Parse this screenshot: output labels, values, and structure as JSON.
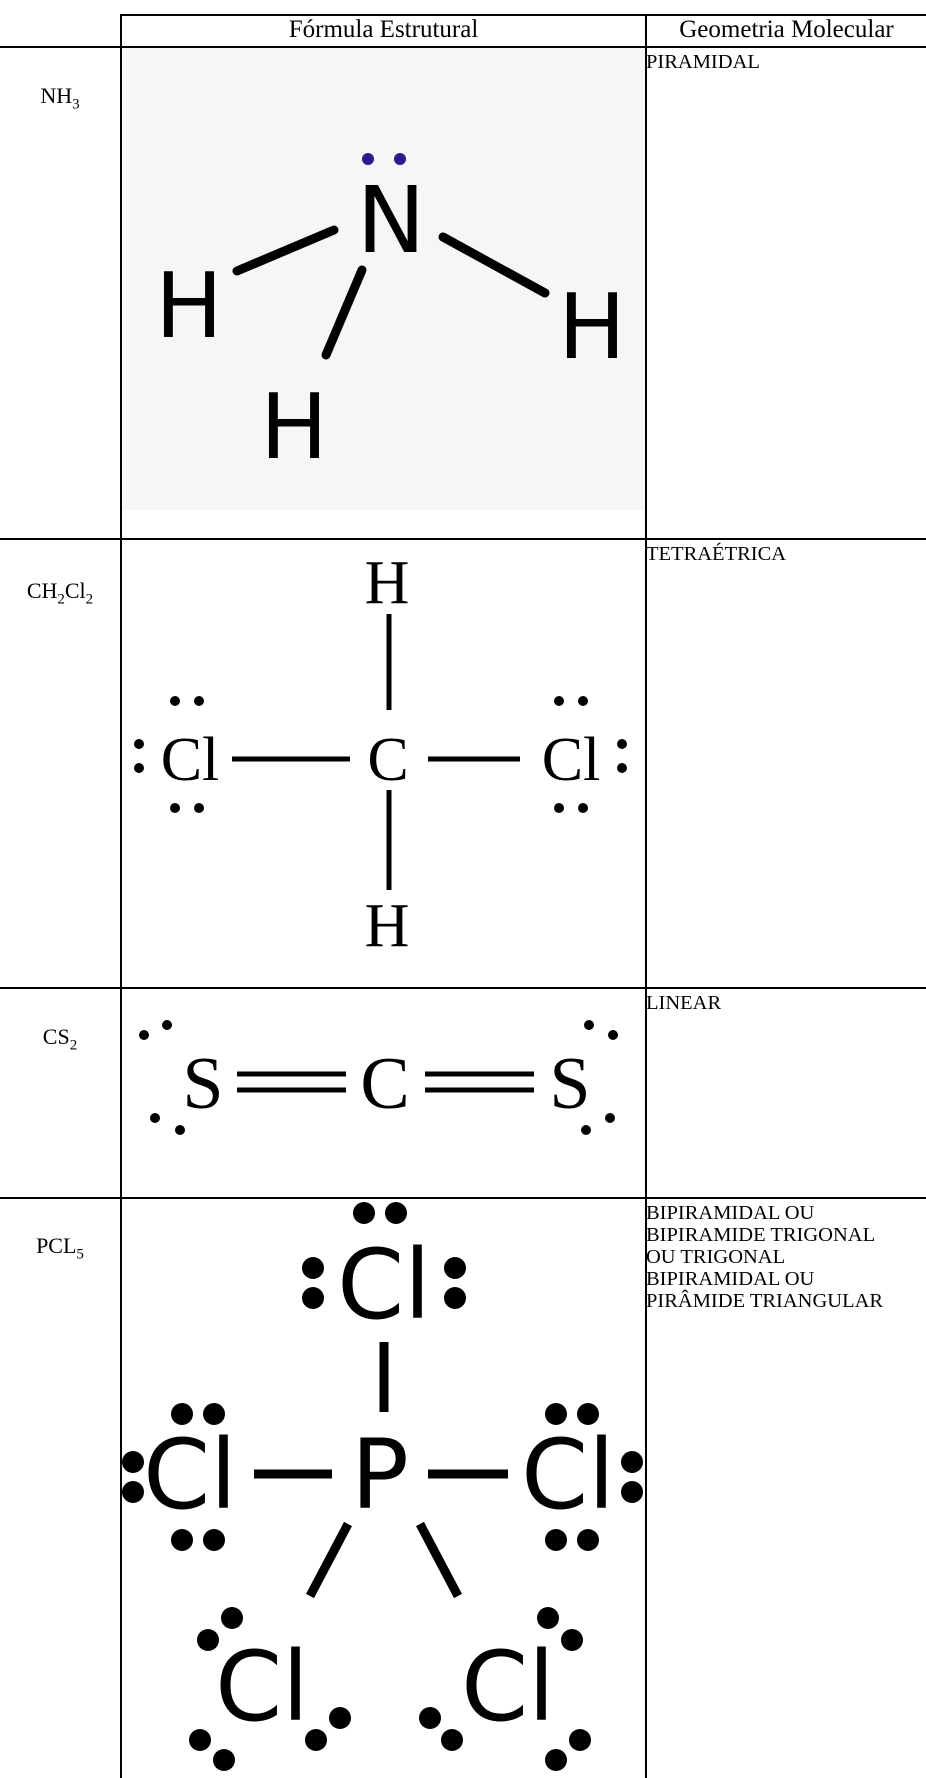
{
  "table": {
    "headers": [
      "Fórmula Estrutural",
      "Geometria Molecular"
    ],
    "rows": [
      {
        "formula_main": "NH",
        "formula_sub": "3",
        "formula_tail": "",
        "formula_tail_sub": "",
        "geometry": "PIRAMIDAL"
      },
      {
        "formula_main": "CH",
        "formula_sub": "2",
        "formula_tail": "Cl",
        "formula_tail_sub": "2",
        "geometry": "TETRAÉTRICA"
      },
      {
        "formula_main": "CS",
        "formula_sub": "2",
        "formula_tail": "",
        "formula_tail_sub": "",
        "geometry": "LINEAR"
      },
      {
        "formula_main": "PCL",
        "formula_sub": "5",
        "formula_tail": "",
        "formula_tail_sub": "",
        "geometry": "BIPIRAMIDAL OU\nBIPIRAMIDE TRIGONAL\nOU TRIGONAL\nBIPIRAMIDAL OU\nPIRÂMIDE TRIANGULAR"
      }
    ]
  },
  "structures": {
    "nh3": {
      "center": "N",
      "ligand": "H"
    },
    "ch2cl2": {
      "center": "C",
      "ligand_top": "H",
      "ligand_side": "Cl",
      "ligand_bottom": "H"
    },
    "cs2": {
      "center": "C",
      "ligand": "S"
    },
    "pcl5": {
      "center": "P",
      "ligand": "Cl"
    }
  },
  "colors": {
    "lone_pair_n": "#2b1a8c",
    "panel_bg": "#f6f6f6",
    "ink": "#000000"
  }
}
